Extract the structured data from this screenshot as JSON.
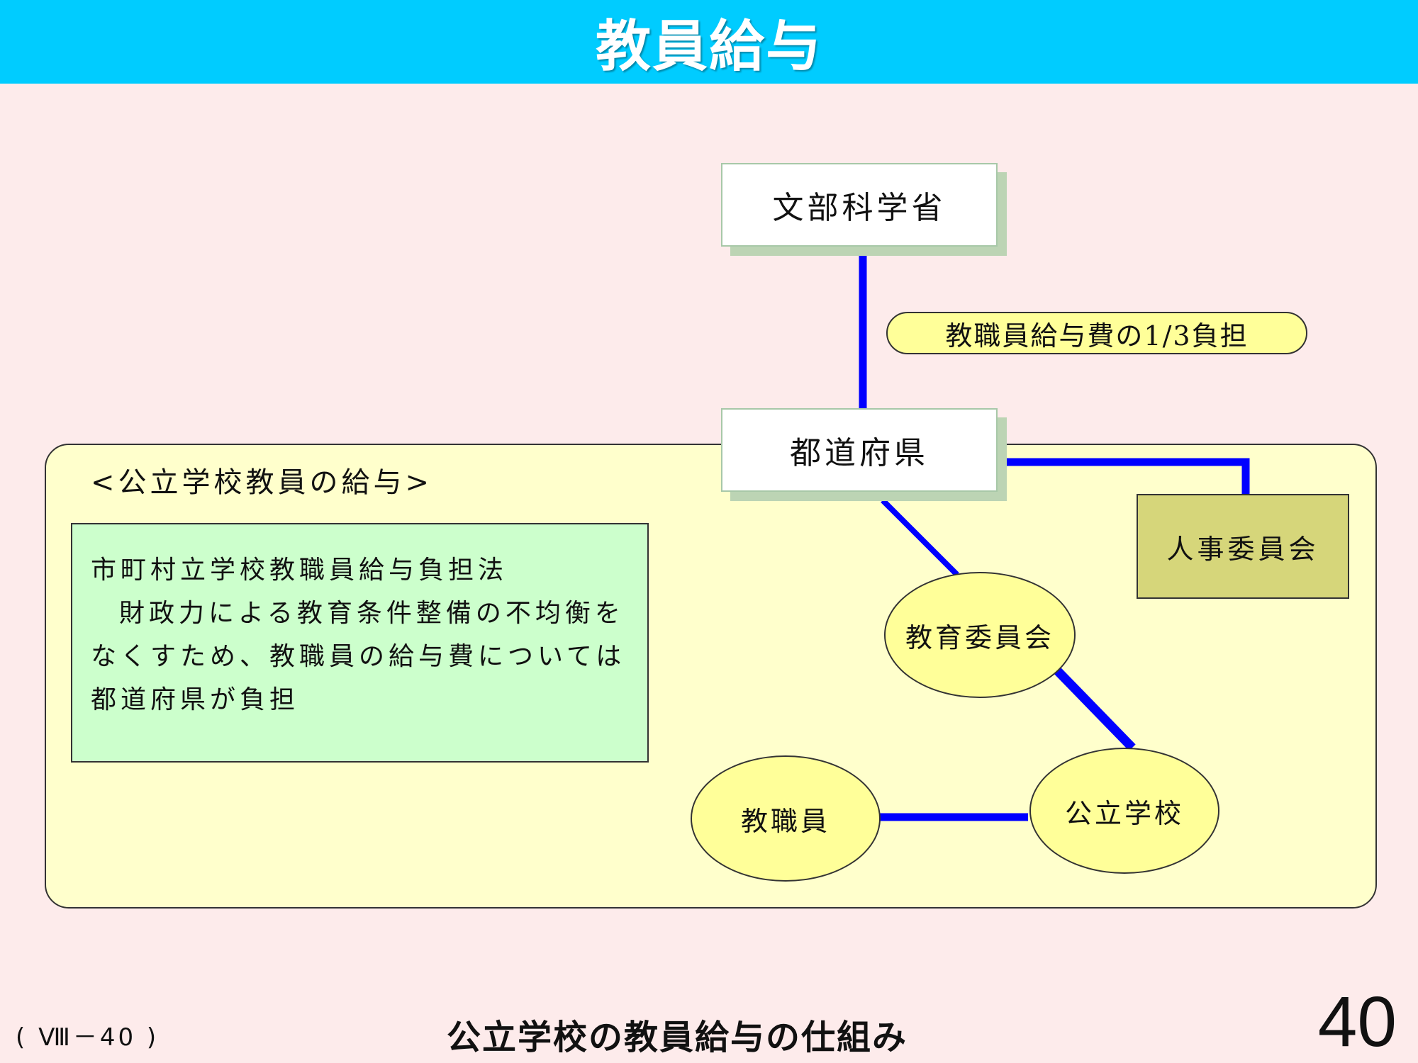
{
  "header": {
    "title": "教員給与"
  },
  "region": {
    "title": "<公立学校教員の給与>"
  },
  "law_box": {
    "lines": [
      "市町村立学校教職員給与負担法",
      "財政力による教育条件整備の不均衡を",
      "なくすため、教職員の給与費については",
      "都道府県が負担"
    ]
  },
  "nodes": {
    "ministry": "文部科学省",
    "prefecture": "都道府県",
    "board": "教育委員会",
    "personnel": "人事委員会",
    "school": "公立学校",
    "staff": "教職員"
  },
  "edge_label": "教職員給与費の1/3負担",
  "colors": {
    "header": "#00ccff",
    "background": "#fdebeb",
    "region": "#ffffcc",
    "law_box": "#ccffcc",
    "ellipse": "#ffff99",
    "personnel_box": "#d6d67a",
    "connector": "#0000ff"
  },
  "footer": {
    "code": "( Ⅷ－40 )",
    "title": "公立学校の教員給与の仕組み",
    "page_number": "40"
  }
}
